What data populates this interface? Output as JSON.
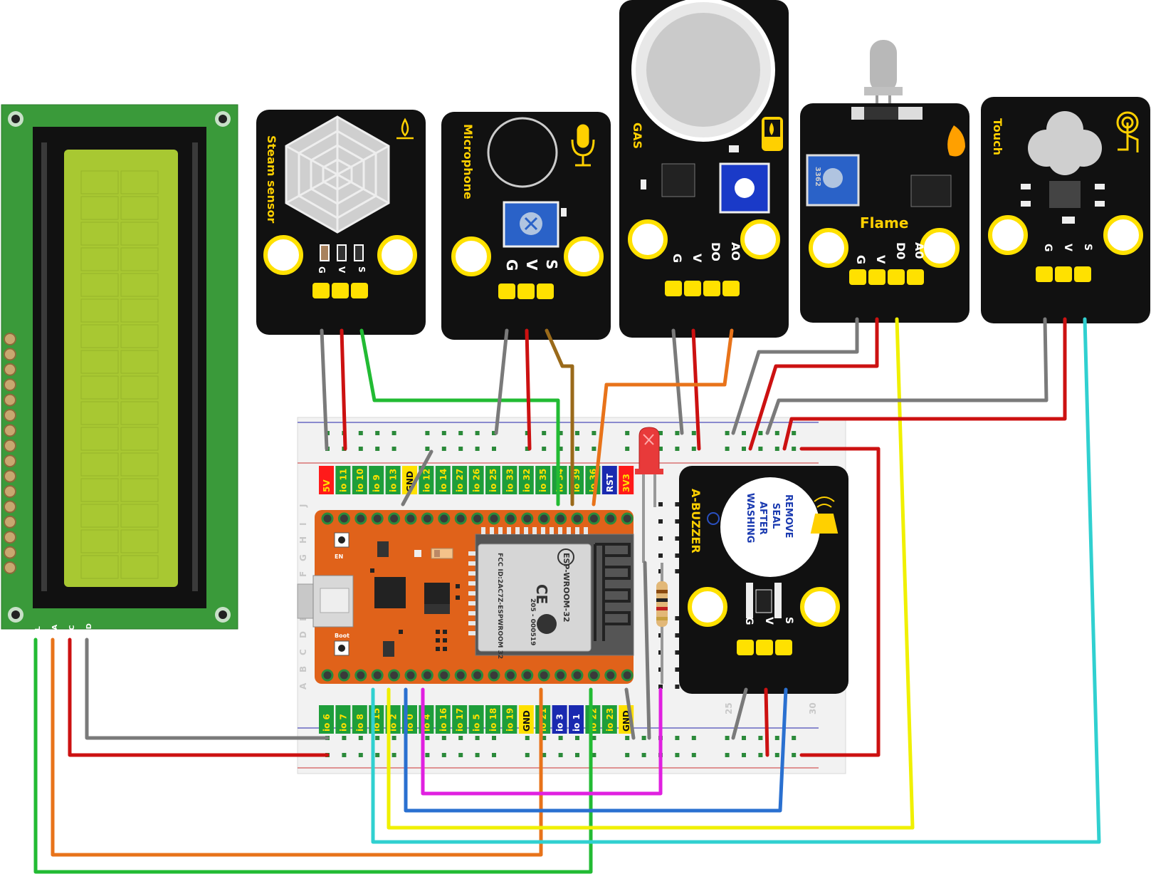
{
  "lcd": {
    "pins": [
      "SCL",
      "SDA",
      "VCC",
      "GND"
    ]
  },
  "steam": {
    "title": "Steam sensor",
    "pins": [
      "G",
      "V",
      "S"
    ]
  },
  "mic": {
    "title": "Microphone",
    "pins": [
      "G",
      "V",
      "S"
    ]
  },
  "gas": {
    "title": "GAS",
    "pins": [
      "G",
      "V",
      "DO",
      "AO"
    ]
  },
  "flame": {
    "title": "Flame",
    "pins": [
      "G",
      "V",
      "D0",
      "A0"
    ],
    "pot": "3362"
  },
  "touch": {
    "title": "Touch",
    "pins": [
      "G",
      "V",
      "S"
    ]
  },
  "buzzer": {
    "title": "A-BUZZER",
    "pins": [
      "G",
      "V",
      "S"
    ],
    "seal": [
      "REMOVE",
      "SEAL",
      "AFTER",
      "WASHING"
    ]
  },
  "esp": {
    "module": "ESP-WROOM-32",
    "fcc": "FCC ID:2AC7Z-ESPWROOM 32",
    "model": "205 - 000519",
    "en": "EN",
    "boot": "Boot"
  },
  "board": {
    "top_pins": [
      "5V",
      "io 11",
      "io 10",
      "io 9",
      "io 13",
      "GND",
      "io 12",
      "io 14",
      "io 27",
      "io 26",
      "io 25",
      "io 33",
      "io 32",
      "io 35",
      "io 34",
      "io 39",
      "io 36",
      "RST",
      "3V3"
    ],
    "bottom_pins": [
      "io 6",
      "io 7",
      "io 8",
      "io 15",
      "io 2",
      "io 0",
      "io 4",
      "io 16",
      "io 17",
      "io 5",
      "io 18",
      "io 19",
      "GND",
      "io 21",
      "io 3",
      "io 1",
      "io 22",
      "io 23",
      "GND"
    ],
    "rows_top": [
      "J",
      "I",
      "H",
      "G",
      "F"
    ],
    "rows_bottom": [
      "E",
      "D",
      "C",
      "B",
      "A"
    ],
    "col_numbers": [
      "25",
      "30"
    ]
  },
  "colors": {
    "pcb_black": "#111111",
    "lcd_green": "#3a9a3a",
    "esp_orange": "#e0621a",
    "header_yellow": "#ffe100",
    "wire_red": "#cc1111",
    "wire_gray": "#7a7a7a",
    "wire_green": "#22bb33",
    "wire_orange": "#e8731a",
    "wire_brown": "#9a6a1a",
    "wire_yellow": "#f0f000",
    "wire_blue": "#2a70d0",
    "wire_magenta": "#e020e0",
    "wire_cyan": "#30d0d0"
  }
}
